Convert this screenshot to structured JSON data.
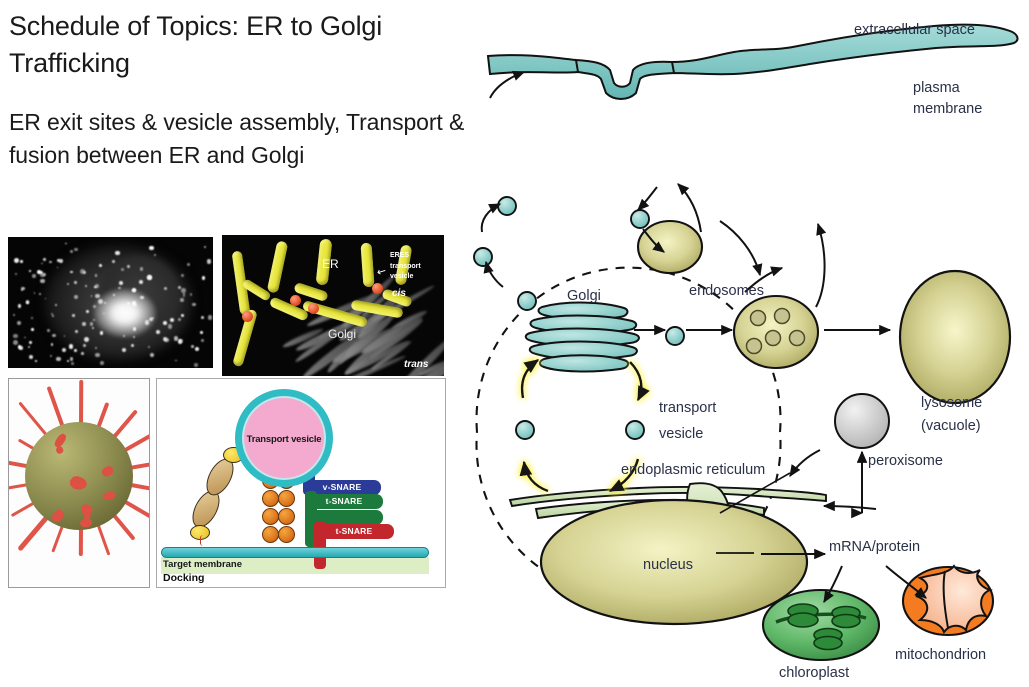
{
  "slide": {
    "title": "Schedule of Topics: ER to Golgi Trafficking",
    "subtitle": "ER exit sites & vesicle assembly, Transport & fusion between ER and Golgi"
  },
  "figures": {
    "fluorescence": {
      "name": "fluorescence-micrograph"
    },
    "tomography": {
      "name": "er-golgi-tomography",
      "labels": {
        "eres": "ERES",
        "transport": "transport",
        "vesicle": "vesicle",
        "cis": "cis",
        "trans": "trans",
        "er": "ER",
        "golgi": "Golgi"
      }
    },
    "copii": {
      "name": "coated-vesicle-model"
    },
    "snare": {
      "name": "snare-docking-diagram",
      "vesicle_label": "Transport vesicle",
      "v_snare": "v-SNARE",
      "t_snare_green": "t-SNARE",
      "t_snare_red": "t-SNARE",
      "target_membrane": "Target membrane",
      "docking": "Docking"
    }
  },
  "cell_diagram": {
    "name": "endomembrane-trafficking-overview",
    "labels": {
      "extracellular_space": "extracellular space",
      "plasma_membrane_l1": "plasma",
      "plasma_membrane_l2": "membrane",
      "endosomes": "endosomes",
      "golgi": "Golgi",
      "transport_l1": "transport",
      "transport_l2": "vesicle",
      "endoplasmic_reticulum": "endoplasmic reticulum",
      "lysosome_l1": "lysosome",
      "lysosome_l2": "(vacuole)",
      "peroxisome": "peroxisome",
      "nucleus": "nucleus",
      "mrna_protein": "mRNA/protein",
      "chloroplast": "chloroplast",
      "mitochondrion": "mitochondrion"
    },
    "colors": {
      "membrane_teal": "#8fd0ce",
      "organelle_khaki": "#cfcc8e",
      "er_green": "#cfe3b8",
      "chloroplast_green": "#63ba6b",
      "mitochondrion_orange": "#f47b20",
      "peroxisome_gray": "#cfcfcf",
      "label_text": "#2a3048",
      "highlight_yellow": "#fff23d"
    }
  }
}
